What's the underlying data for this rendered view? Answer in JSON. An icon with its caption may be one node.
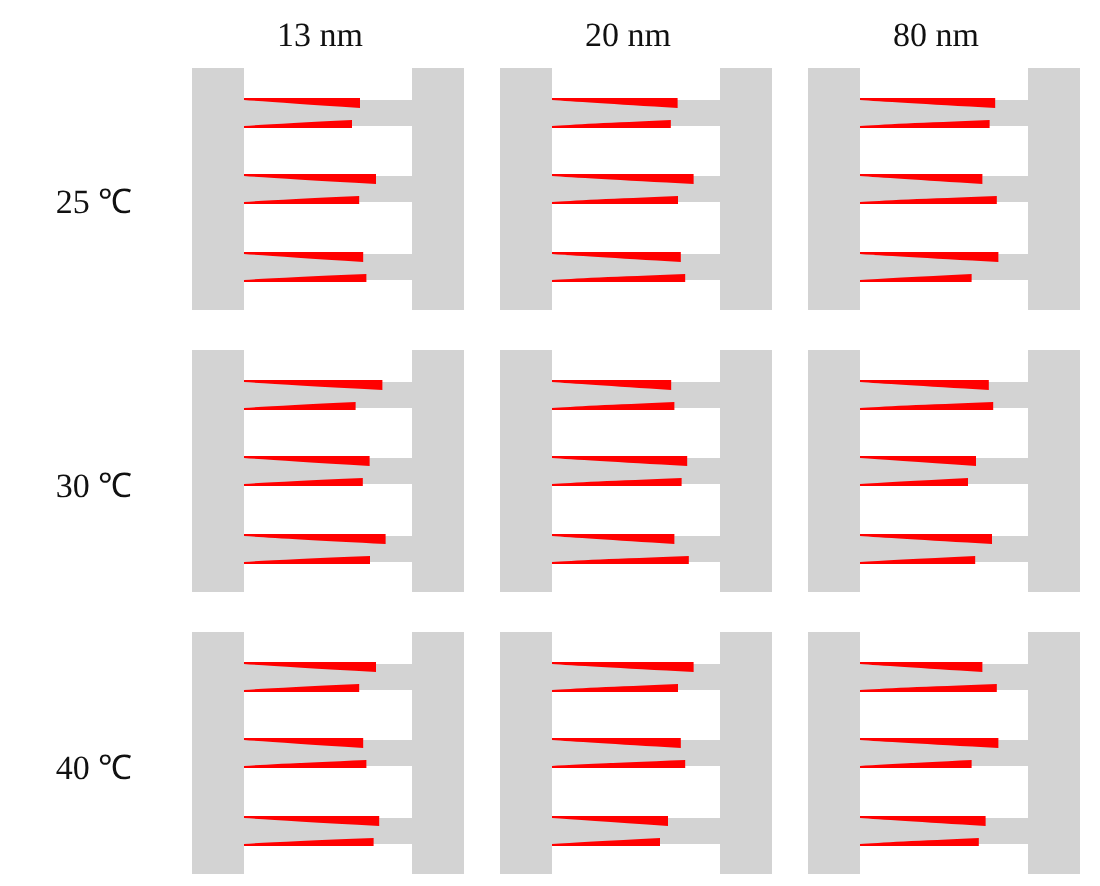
{
  "diagram": {
    "labels": [
      "13 nm",
      "20 nm",
      "80 nm",
      "25 ℃",
      "30 ℃",
      "40 ℃"
    ]
  }
}
